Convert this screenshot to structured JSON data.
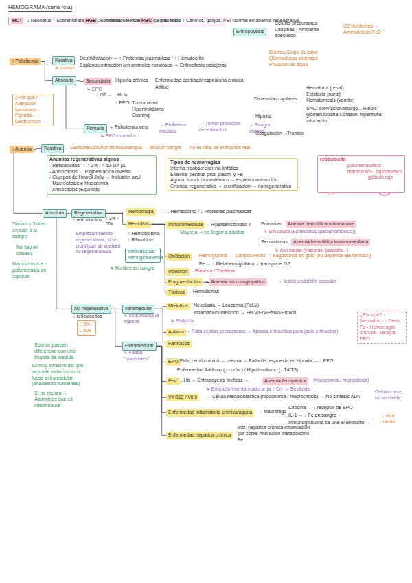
{
  "diagram": {
    "title": "HEMOGRAMA (serie roja)",
    "nodes": [
      {
        "text": [
          "HCT",
          "↓ Neonatos ↑ Sobrehidratados ↑ Deshidratados ↑ Caninos, galgos, PSI",
          "HGB",
          "↓ Anemia ↑ Hemólisis",
          "RBC",
          "↓ Neonatos ↑ Caninos, galgos, PSI Normal en anemia regenerativa"
        ]
      },
      {
        "text": [
          "Eritropoyesis"
        ]
      },
      {
        "text": [
          "↑ Policitemia"
        ]
      },
      {
        "text": [
          "Relativa"
        ]
      },
      {
        "text": [
          "Absoluta"
        ]
      },
      {
        "text": [
          "Secundaria"
        ]
      },
      {
        "text": [
          "Primaria"
        ]
      },
      {
        "text": [
          "¿Por qué? - Alteración formación - Pérdida - Destrucción"
        ]
      },
      {
        "text": [
          "↓ Anemia"
        ]
      },
      {
        "text": [
          "Relativa"
        ]
      },
      {
        "text": [
          "Anemias regenerativas signos",
          "- Reticulocitos → ↑ 2% / ↑ 60·10³ μL",
          "- Anisocitosis → Pigmentación diversa",
          "- Cuerpos de Howell Jolly → Inclusión azul",
          "- Macrocitosis e hipocromía",
          "- Anisocitosis (Equinos)"
        ]
      },
      {
        "text": [
          "Tipos de hemorragias",
          "Interna: reabsorción vía linfática",
          "Externa: pérdida prot. plasm. y Fe",
          "Aguda: shock hipovolémico → esplenocontracción",
          "Crónica: regenerativa → cronificación → no regenerativa"
        ]
      },
      {
        "text": [
          "reticulocito",
          "policromatófilos - macrocítico - hipocrómico",
          "glóbulo rojo"
        ]
      },
      {
        "text": [
          "Absoluta"
        ]
      },
      {
        "text": [
          "Regenerativa"
        ]
      },
      {
        "text": [
          "Hemorragia"
        ]
      },
      {
        "text": [
          "Hemólisis"
        ]
      },
      {
        "text": [
          "Intravascular hemoglobinemia"
        ]
      },
      {
        "text": [
          "Inmunomediada"
        ]
      },
      {
        "text": [
          "Anemia hemolítica autoinmune"
        ]
      },
      {
        "text": [
          "Anemia hemolítica inmunomediada"
        ]
      },
      {
        "text": [
          "Oxidación"
        ]
      },
      {
        "text": [
          "Ingestión"
        ]
      },
      {
        "text": [
          "Fragmentación"
        ]
      },
      {
        "text": [
          "Anemia microangiopática"
        ]
      },
      {
        "text": [
          "Tóxicos"
        ]
      },
      {
        "text": [
          "No regenerativa"
        ]
      },
      {
        "text": [
          "Intramedular"
        ]
      },
      {
        "text": [
          "Mielotisis"
        ]
      },
      {
        "text": [
          "Aplasia"
        ]
      },
      {
        "text": [
          "Fármacos"
        ]
      },
      {
        "text": [
          "Extramedular"
        ]
      },
      {
        "text": [
          "EPO"
        ]
      },
      {
        "text": [
          "Fe²⁺"
        ]
      },
      {
        "text": [
          "Anemia ferropénica"
        ]
      },
      {
        "text": [
          "Vit B12 / Vit 9"
        ]
      },
      {
        "text": [
          "Enfermedad inflamatoria crónica/aguda"
        ]
      },
      {
        "text": [
          "Enfermedad hepática crónica"
        ]
      },
      {
        "text": [
          "¿Por qué? - Neonatos - ↓ Dieta Fe - Hemorragia crónica - Terapia ↓ EPO"
        ]
      },
      {
        "text": [
          "↓ 2% ↓ 60k"
        ]
      }
    ],
    "edges": [
      {
        "from": 2,
        "to": 3,
        "arrow": "none"
      },
      {
        "from": 2,
        "to": 4,
        "arrow": "none"
      },
      {
        "from": 4,
        "to": 5,
        "arrow": "none"
      },
      {
        "from": 4,
        "to": 6,
        "arrow": "none"
      },
      {
        "from": 8,
        "to": 9,
        "arrow": "none"
      },
      {
        "from": 8,
        "to": 13,
        "arrow": "none"
      },
      {
        "from": 13,
        "to": 14,
        "arrow": "none"
      },
      {
        "from": 14,
        "to": 15,
        "arrow": "none"
      },
      {
        "from": 14,
        "to": 16,
        "arrow": "none"
      },
      {
        "from": 16,
        "to": 18,
        "arrow": "none"
      },
      {
        "from": 16,
        "to": 21,
        "arrow": "none"
      },
      {
        "from": 16,
        "to": 22,
        "arrow": "none"
      },
      {
        "from": 16,
        "to": 23,
        "arrow": "none"
      },
      {
        "from": 16,
        "to": 25,
        "arrow": "none"
      },
      {
        "from": 23,
        "to": 24,
        "arrow": "to"
      },
      {
        "from": 13,
        "to": 26,
        "arrow": "none"
      },
      {
        "from": 26,
        "to": 27,
        "arrow": "none"
      },
      {
        "from": 26,
        "to": 31,
        "arrow": "none"
      },
      {
        "from": 27,
        "to": 28,
        "arrow": "none"
      },
      {
        "from": 27,
        "to": 29,
        "arrow": "none"
      },
      {
        "from": 27,
        "to": 30,
        "arrow": "none"
      },
      {
        "from": 31,
        "to": 32,
        "arrow": "none"
      },
      {
        "from": 31,
        "to": 33,
        "arrow": "none"
      },
      {
        "from": 31,
        "to": 35,
        "arrow": "none"
      },
      {
        "from": 31,
        "to": 36,
        "arrow": "none"
      },
      {
        "from": 31,
        "to": 37,
        "arrow": "none"
      }
    ],
    "labels": [
      "↳ EPO",
      "Deshidratación → ↑ Proteínas plasmáticas / ↑ Hematocrito",
      "Esplenocontracción (en animales nerviosos → Eritrocitosis pasajera)",
      "↳ común",
      "Diarrea Golpe de calor Quemaduras extensas Privación de agua",
      "Hipoxia crónica",
      "Enfermedad cardíaca/respiratoria crónica",
      "Altitud",
      "↓ O2 → ↑ Hcto",
      "↑ EPO",
      "Tumor renal Hipertiroidismo Cushing",
      "→ Policitemia vera",
      "→ Problema medular",
      "→ Tumor productor de eritrocitos",
      "→ Sangre viscosa",
      "↳ EPO normal o ↓",
      "Distensión capilares",
      "Hipoxia",
      "Coagulación →",
      "Hematuria (renal) Epistaxis (nariz) Hematemesis (vómito)",
      "SNC: convulsión/letargo... Riñón: glomerulopatía Corazón: hipertrofia miocardio",
      "Trombo",
      "Células precursoras · Citocinas · Ambiente adecuado",
      "O2 Nutrientes → Aminoácidos Fe2+",
      "Gestantes/cachorros/fluidoterapia → dilución sangre → No es falta de eritrocitos real.",
      "↑ reticulocitos",
      "↑ 2% ↑ 60k",
      "Tardan ≈ 3 días en salir a la sangre",
      "No hay en caballo",
      "Macrocitosis e ↑ policromasia en equinos",
      "→ ↓ Hematocrito / ↓ Proteínas plasmáticas",
      "↑ Hemoglobina ↑ Bilirrubina",
      "Empiezan siendo regenerativas, si se cronifican se vuelven no regenerativas",
      "↳ Hb libre en sangre",
      "→ Hipersensibilidad II",
      "Primarias",
      "↳ Sin causa",
      "(Esferocitos (patognomónico))",
      "Mayoría ⇒ no llegan a adultos",
      "Secundarias",
      "↳ con causa (vacunas, parásito...)",
      "Hemoglobina → cuerpos Heinz → Fagocitosis en gato (no depende del fármaco)",
      "Fe → ↑ Metahemoglobina, ↓ transporte O2",
      "Babesia / Theileria",
      "→ lesión endotelio vascular",
      "→ Hemolisinas",
      "↓ reticulocitos",
      "↳ no funciona la médula",
      "Neoplasia → Leucemia (FeLV)",
      "Inflamación/Infección → FeLV/FIV/Parvo/Ehrlich",
      "↳ Ehrlichia",
      "→ Falta células precursoras → Aplasia eritrocítica pura (solo eritrocitos)",
      "↳ Faltan \"materiales\"",
      "Fallo renal crónico → uremia → Falta de respuesta en hipoxia → ↓ EPO",
      "Enfermedad Addison (↓ cortis.) / Hipotiroidismo (↓ T4/T3)",
      "↓ Hb → Eritropoyesis ineficaz →",
      "(hipocromía / microcitosis)",
      "↳ Eritrocito intenta madurar (a ↑ Cr) → Se divide.",
      "→ Célula Megaloblástica (hipocromía / macrocitosis) → No síntesis ADN",
      "Célula crece, no se divide",
      "→ Macrófago",
      "Citocina → ↓ receptor de EPO",
      "IL-1 → ↓ Fe en sangre",
      "Inmunoglobulina se une al eritrocito →",
      "↓ vida media",
      "Insf. hepática crónica Intoxicación por cobre Alteración metabolismo Fe",
      "Solo se pueden diferenciar con una biopsia de médula",
      "Es muy invasivo así que se suele tratar como si fuese extramedular (añadiendo nutrientes)",
      "Si no mejora → Asumimos que es intramedular"
    ]
  }
}
